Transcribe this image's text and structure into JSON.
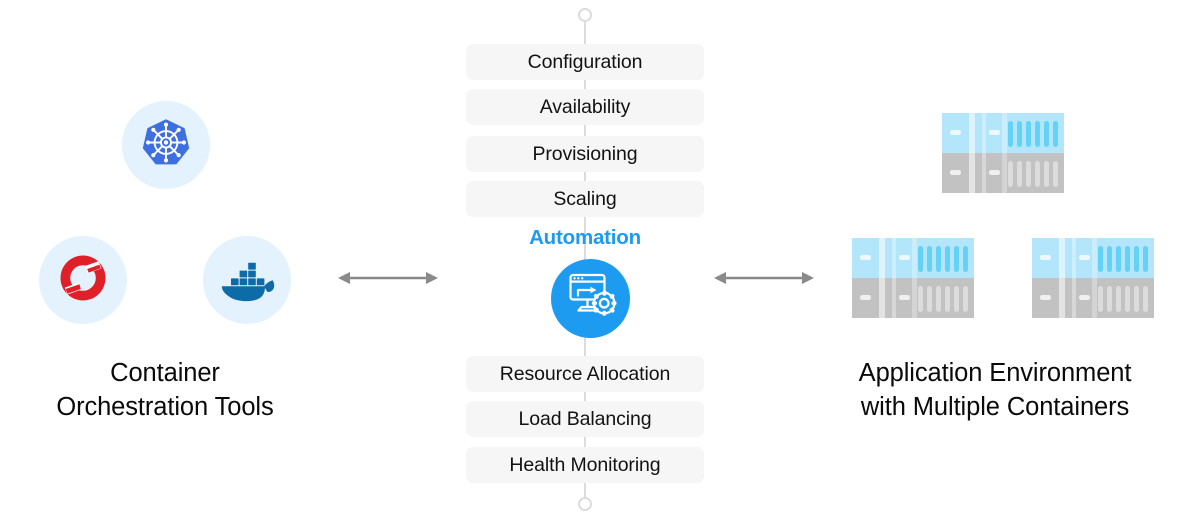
{
  "left": {
    "label_line1": "Container",
    "label_line2": "Orchestration Tools",
    "tools": [
      {
        "name": "Kubernetes",
        "icon": "kubernetes-icon",
        "color": "#3d6fe0"
      },
      {
        "name": "OpenShift",
        "icon": "openshift-icon",
        "color": "#e02029"
      },
      {
        "name": "Docker",
        "icon": "docker-icon",
        "color": "#0d6ca8"
      }
    ],
    "circle_bg": "#e3f2fd"
  },
  "center": {
    "top_items": [
      "Configuration",
      "Availability",
      "Provisioning",
      "Scaling"
    ],
    "bottom_items": [
      "Resource Allocation",
      "Load Balancing",
      "Health Monitoring"
    ],
    "automation_label": "Automation",
    "automation_icon": "automation-monitor-gear-icon",
    "accent_color": "#1d9bf0",
    "pill_bg": "#f6f6f7",
    "spine_color": "#dcdcdc"
  },
  "right": {
    "label_line1": "Application Environment",
    "label_line2": "with Multiple Containers",
    "servers": [
      {
        "name": "server-rack-top"
      },
      {
        "name": "server-rack-left"
      },
      {
        "name": "server-rack-right"
      }
    ],
    "server_top_color": "#b3e5fb",
    "server_bottom_color": "#c2c2c2"
  },
  "arrows": {
    "left_arrow": "bidirectional-arrow",
    "right_arrow": "bidirectional-arrow",
    "color": "#8a8a8a"
  }
}
